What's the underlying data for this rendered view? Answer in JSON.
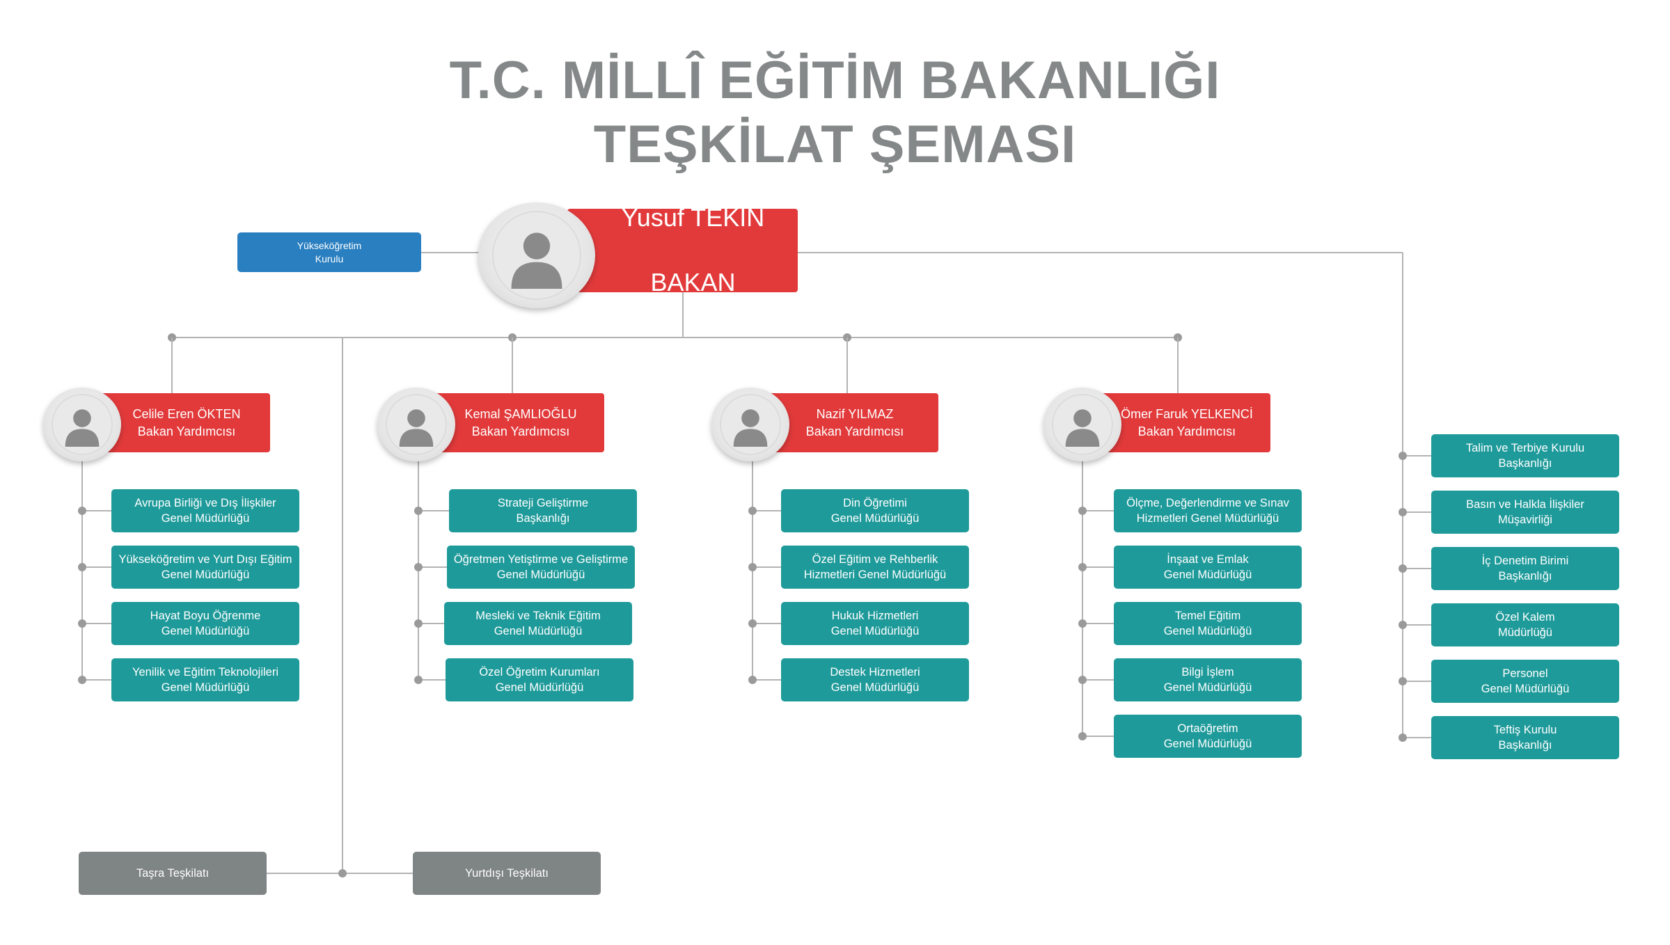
{
  "title": {
    "line1": "T.C. MİLLÎ EĞİTİM BAKANLIĞI",
    "line2": "TEŞKİLAT ŞEMASI"
  },
  "minister": {
    "name": "Yusuf TEKİN",
    "role": "BAKAN"
  },
  "higher_education_council": "Yükseköğretim\nKurulu",
  "deputies": [
    {
      "name": "Celile Eren ÖKTEN",
      "role": "Bakan Yardımcısı",
      "units": [
        "Avrupa Birliği ve Dış İlişkiler\nGenel Müdürlüğü",
        "Yükseköğretim ve Yurt Dışı Eğitim\nGenel Müdürlüğü",
        "Hayat Boyu Öğrenme\nGenel Müdürlüğü",
        "Yenilik ve Eğitim Teknolojileri\nGenel Müdürlüğü"
      ]
    },
    {
      "name": "Kemal ŞAMLIOĞLU",
      "role": "Bakan Yardımcısı",
      "units": [
        "Strateji Geliştirme\nBaşkanlığı",
        "Öğretmen Yetiştirme ve Geliştirme\nGenel Müdürlüğü",
        "Mesleki ve Teknik Eğitim\nGenel Müdürlüğü",
        "Özel Öğretim Kurumları\nGenel Müdürlüğü"
      ]
    },
    {
      "name": "Nazif YILMAZ",
      "role": "Bakan Yardımcısı",
      "units": [
        "Din Öğretimi\nGenel Müdürlüğü",
        "Özel Eğitim ve Rehberlik\nHizmetleri Genel Müdürlüğü",
        "Hukuk Hizmetleri\nGenel Müdürlüğü",
        "Destek Hizmetleri\nGenel Müdürlüğü"
      ]
    },
    {
      "name": "Ömer Faruk YELKENCİ",
      "role": "Bakan Yardımcısı",
      "units": [
        "Ölçme, Değerlendirme ve Sınav\nHizmetleri Genel Müdürlüğü",
        "İnşaat ve Emlak\nGenel Müdürlüğü",
        "Temel Eğitim\nGenel Müdürlüğü",
        "Bilgi İşlem\nGenel Müdürlüğü",
        "Ortaöğretim\nGenel Müdürlüğü"
      ]
    }
  ],
  "direct_units": [
    "Talim ve Terbiye Kurulu\nBaşkanlığı",
    "Basın ve Halkla İlişkiler\nMüşavirliği",
    "İç Denetim Birimi\nBaşkanlığı",
    "Özel Kalem\nMüdürlüğü",
    "Personel\nGenel Müdürlüğü",
    "Teftiş Kurulu\nBaşkanlığı"
  ],
  "provincial": {
    "domestic": "Taşra Teşkilatı",
    "abroad": "Yurtdışı Teşkilatı"
  },
  "colors": {
    "title": "#858889",
    "red": "#e23a3b",
    "teal": "#1f9a9a",
    "blue": "#2a7fc0",
    "gray": "#7f8484",
    "line": "#b3b3b3"
  },
  "icons": [
    "person-icon"
  ]
}
